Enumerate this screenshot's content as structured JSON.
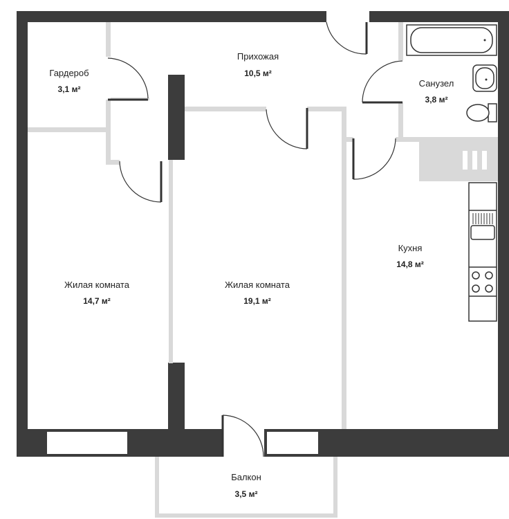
{
  "rooms": {
    "hallway": {
      "name": "Прихожая",
      "area": "10,5 м²"
    },
    "wardrobe": {
      "name": "Гардероб",
      "area": "3,1 м²"
    },
    "bathroom": {
      "name": "Санузел",
      "area": "3,8 м²"
    },
    "kitchen": {
      "name": "Кухня",
      "area": "14,8 м²"
    },
    "living_left": {
      "name": "Жилая комната",
      "area": "14,7 м²"
    },
    "living_center": {
      "name": "Жилая комната",
      "area": "19,1 м²"
    },
    "balcony": {
      "name": "Балкон",
      "area": "3,5 м²"
    }
  },
  "colors": {
    "outer_wall": "#3c3c3c",
    "inner_wall": "#d9d9d9",
    "line": "#333333"
  }
}
